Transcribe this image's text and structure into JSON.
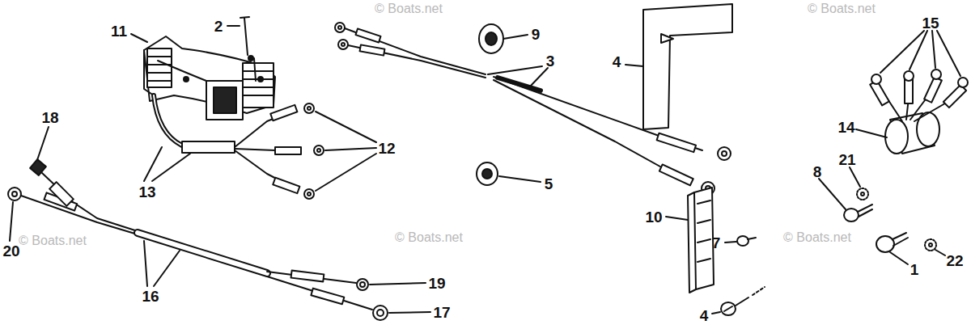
{
  "diagram": {
    "labels": [
      "11",
      "2",
      "9",
      "3",
      "4",
      "15",
      "14",
      "21",
      "8",
      "1",
      "22",
      "12",
      "13",
      "18",
      "5",
      "10",
      "7",
      "4",
      "20",
      "16",
      "19",
      "17",
      "© Boats.net",
      "© Boats.net",
      "© Boats.net",
      "© Boats.net",
      "© Boats.net"
    ]
  }
}
